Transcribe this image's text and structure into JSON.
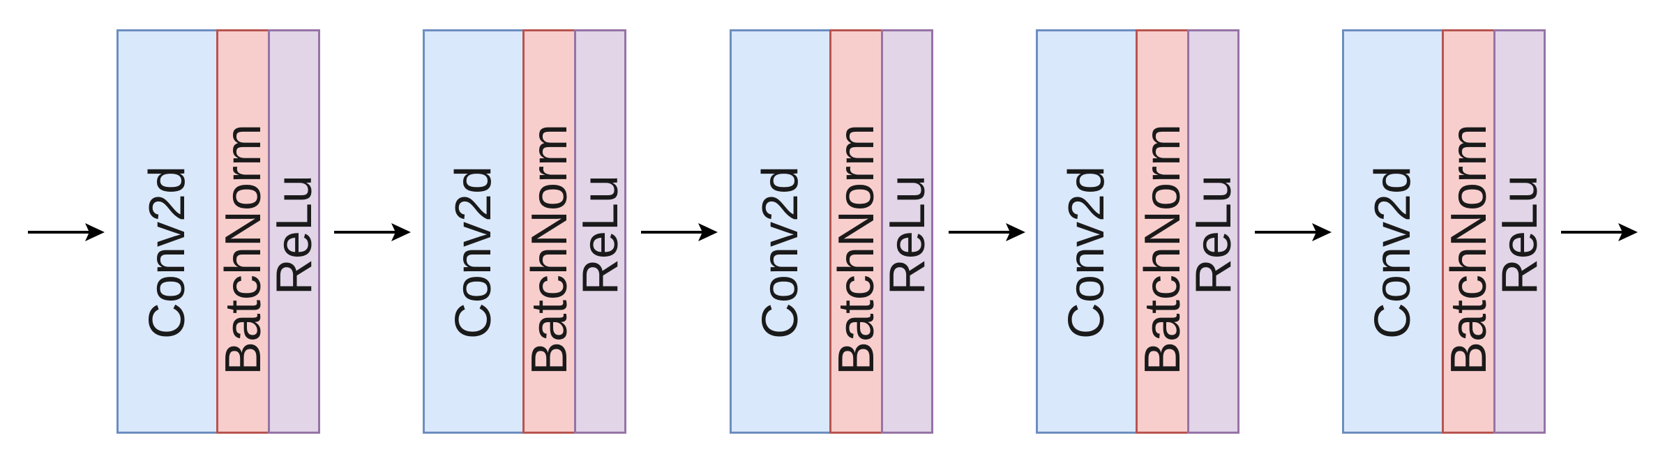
{
  "colors": {
    "conv_fill": "#dae8fc",
    "conv_stroke": "#6c8ebf",
    "bn_fill": "#f8cecc",
    "bn_stroke": "#b85450",
    "relu_fill": "#e1d5e7",
    "relu_stroke": "#9673a6",
    "arrow": "#000000"
  },
  "blocks": [
    {
      "conv_label": "Conv2d",
      "bn_label": "BatchNorm",
      "relu_label": "ReLu"
    },
    {
      "conv_label": "Conv2d",
      "bn_label": "BatchNorm",
      "relu_label": "ReLu"
    },
    {
      "conv_label": "Conv2d",
      "bn_label": "BatchNorm",
      "relu_label": "ReLu"
    },
    {
      "conv_label": "Conv2d",
      "bn_label": "BatchNorm",
      "relu_label": "ReLu"
    },
    {
      "conv_label": "Conv2d",
      "bn_label": "BatchNorm",
      "relu_label": "ReLu"
    }
  ],
  "arrows": [
    {
      "icon": "arrow-right-icon"
    },
    {
      "icon": "arrow-right-icon"
    },
    {
      "icon": "arrow-right-icon"
    },
    {
      "icon": "arrow-right-icon"
    },
    {
      "icon": "arrow-right-icon"
    },
    {
      "icon": "arrow-right-icon"
    }
  ]
}
